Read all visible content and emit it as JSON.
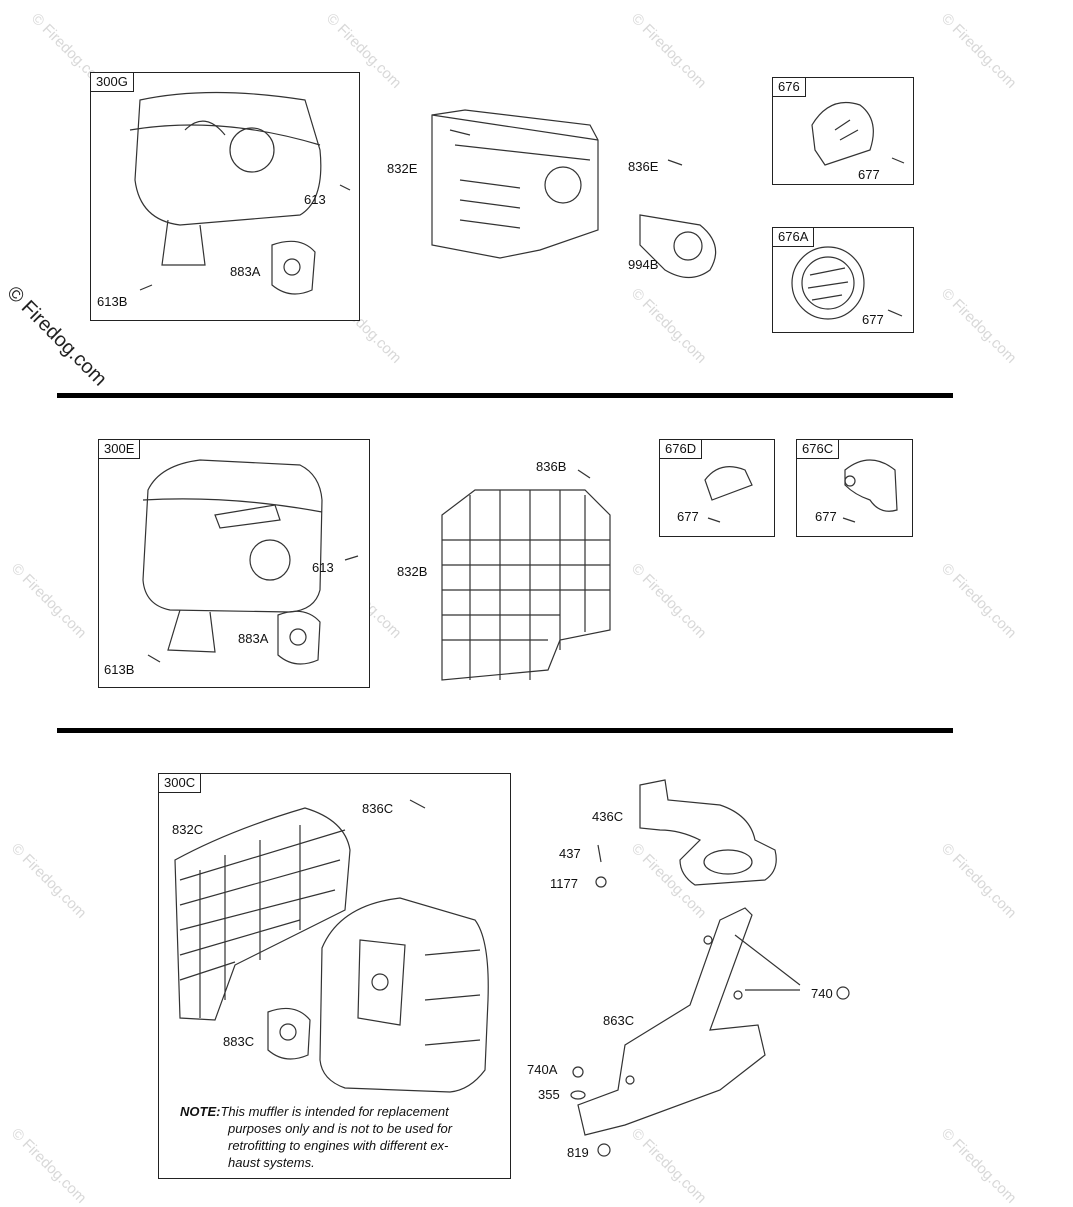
{
  "watermark": "© Firedog.com",
  "section1": {
    "box_300G": {
      "tag": "300G",
      "labels": [
        "613",
        "883A",
        "613B"
      ]
    },
    "label_832E": "832E",
    "label_836E": "836E",
    "label_994B": "994B",
    "box_676": {
      "tag": "676",
      "labels": [
        "677"
      ]
    },
    "box_676A": {
      "tag": "676A",
      "labels": [
        "677"
      ]
    }
  },
  "section2": {
    "box_300E": {
      "tag": "300E",
      "labels": [
        "613",
        "883A",
        "613B"
      ]
    },
    "label_836B": "836B",
    "label_832B": "832B",
    "box_676D": {
      "tag": "676D",
      "labels": [
        "677"
      ]
    },
    "box_676C": {
      "tag": "676C",
      "labels": [
        "677"
      ]
    }
  },
  "section3": {
    "box_300C": {
      "tag": "300C",
      "labels": [
        "836C",
        "832C",
        "883C"
      ]
    },
    "note": {
      "lead": "NOTE:",
      "lines": [
        "This muffler is intended for replacement",
        "purposes only and is not to be used for",
        "retrofitting to engines with different ex-",
        "haust systems."
      ]
    },
    "labels": [
      "436C",
      "437",
      "1177",
      "740",
      "863C",
      "740A",
      "355",
      "819"
    ]
  }
}
